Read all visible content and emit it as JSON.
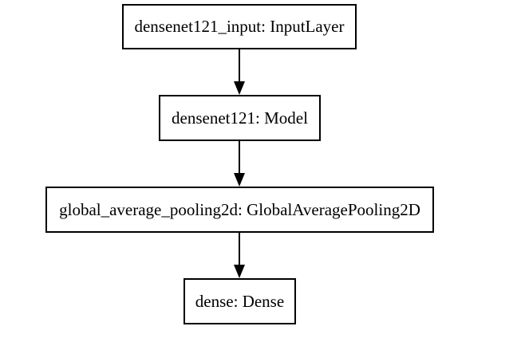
{
  "diagram": {
    "nodes": [
      {
        "id": "n1",
        "label": "densenet121_input: InputLayer"
      },
      {
        "id": "n2",
        "label": "densenet121: Model"
      },
      {
        "id": "n3",
        "label": "global_average_pooling2d: GlobalAveragePooling2D"
      },
      {
        "id": "n4",
        "label": "dense: Dense"
      }
    ],
    "edges": [
      {
        "from": "n1",
        "to": "n2"
      },
      {
        "from": "n2",
        "to": "n3"
      },
      {
        "from": "n3",
        "to": "n4"
      }
    ],
    "colors": {
      "background": "#ffffff",
      "stroke": "#000000",
      "text": "#000000"
    }
  }
}
